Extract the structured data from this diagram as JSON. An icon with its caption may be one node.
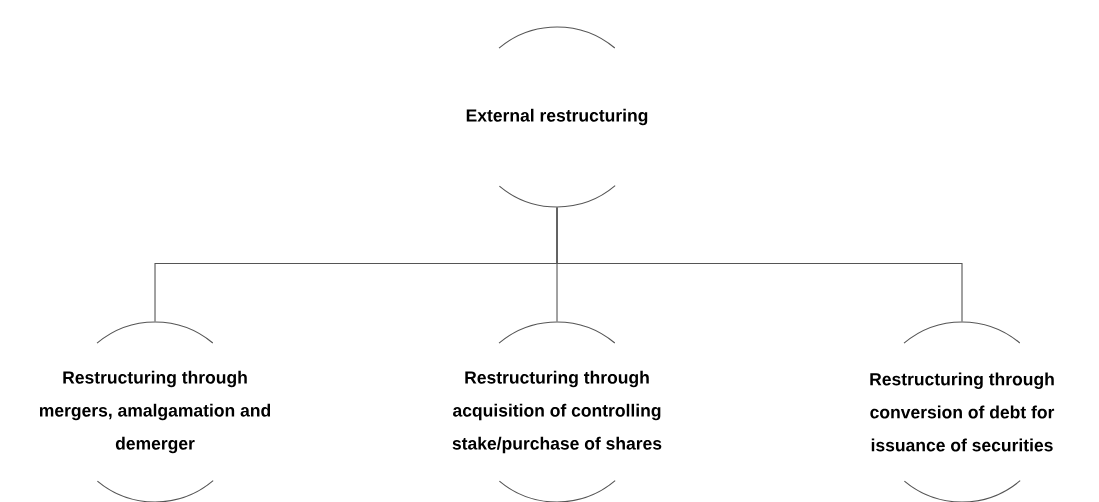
{
  "diagram": {
    "nodes": [
      {
        "text": [
          "External restructuring"
        ]
      },
      {
        "text": [
          "Restructuring through mergers, amalgamation and demerger"
        ]
      },
      {
        "text": [
          "Restructuring through acquisition of controlling stake/purchase of shares"
        ]
      },
      {
        "text": [
          "Restructuring through conversion of debt for issuance of securities"
        ]
      }
    ],
    "edges": [
      {
        "from": 0,
        "to": 1,
        "arrow": "none"
      },
      {
        "from": 0,
        "to": 2,
        "arrow": "none"
      },
      {
        "from": 0,
        "to": 3,
        "arrow": "none"
      }
    ]
  }
}
